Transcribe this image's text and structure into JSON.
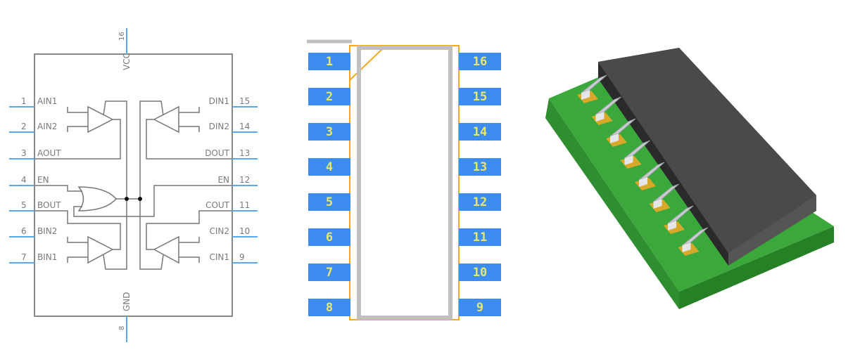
{
  "schematic": {
    "left_pins": [
      {
        "num": "1",
        "name": "AIN1"
      },
      {
        "num": "2",
        "name": "AIN2"
      },
      {
        "num": "3",
        "name": "AOUT"
      },
      {
        "num": "4",
        "name": "EN"
      },
      {
        "num": "5",
        "name": "BOUT"
      },
      {
        "num": "6",
        "name": "BIN2"
      },
      {
        "num": "7",
        "name": "BIN1"
      }
    ],
    "right_pins": [
      {
        "num": "15",
        "name": "DIN1"
      },
      {
        "num": "14",
        "name": "DIN2"
      },
      {
        "num": "13",
        "name": "DOUT"
      },
      {
        "num": "12",
        "name": "EN"
      },
      {
        "num": "11",
        "name": "COUT"
      },
      {
        "num": "10",
        "name": "CIN2"
      },
      {
        "num": "9",
        "name": "CIN1"
      }
    ],
    "top_pin": {
      "num": "16",
      "name": "VCC"
    },
    "bottom_pin": {
      "num": "8",
      "name": "GND"
    },
    "colors": {
      "pin": "#5aa9f0",
      "outline": "#888888"
    }
  },
  "footprint": {
    "left_pads": [
      "1",
      "2",
      "3",
      "4",
      "5",
      "6",
      "7",
      "8"
    ],
    "right_pads": [
      "16",
      "15",
      "14",
      "13",
      "12",
      "11",
      "10",
      "9"
    ],
    "colors": {
      "pad": "#3d8cf0",
      "pad_text": "#e8e86a",
      "courtyard": "#f5a623",
      "body": "#c0c0c0"
    }
  },
  "model_3d": {
    "colors": {
      "board": "#3aa83a",
      "body": "#4a4a4a",
      "lead": "#c8ccd0",
      "pad": "#d8a82a"
    }
  }
}
